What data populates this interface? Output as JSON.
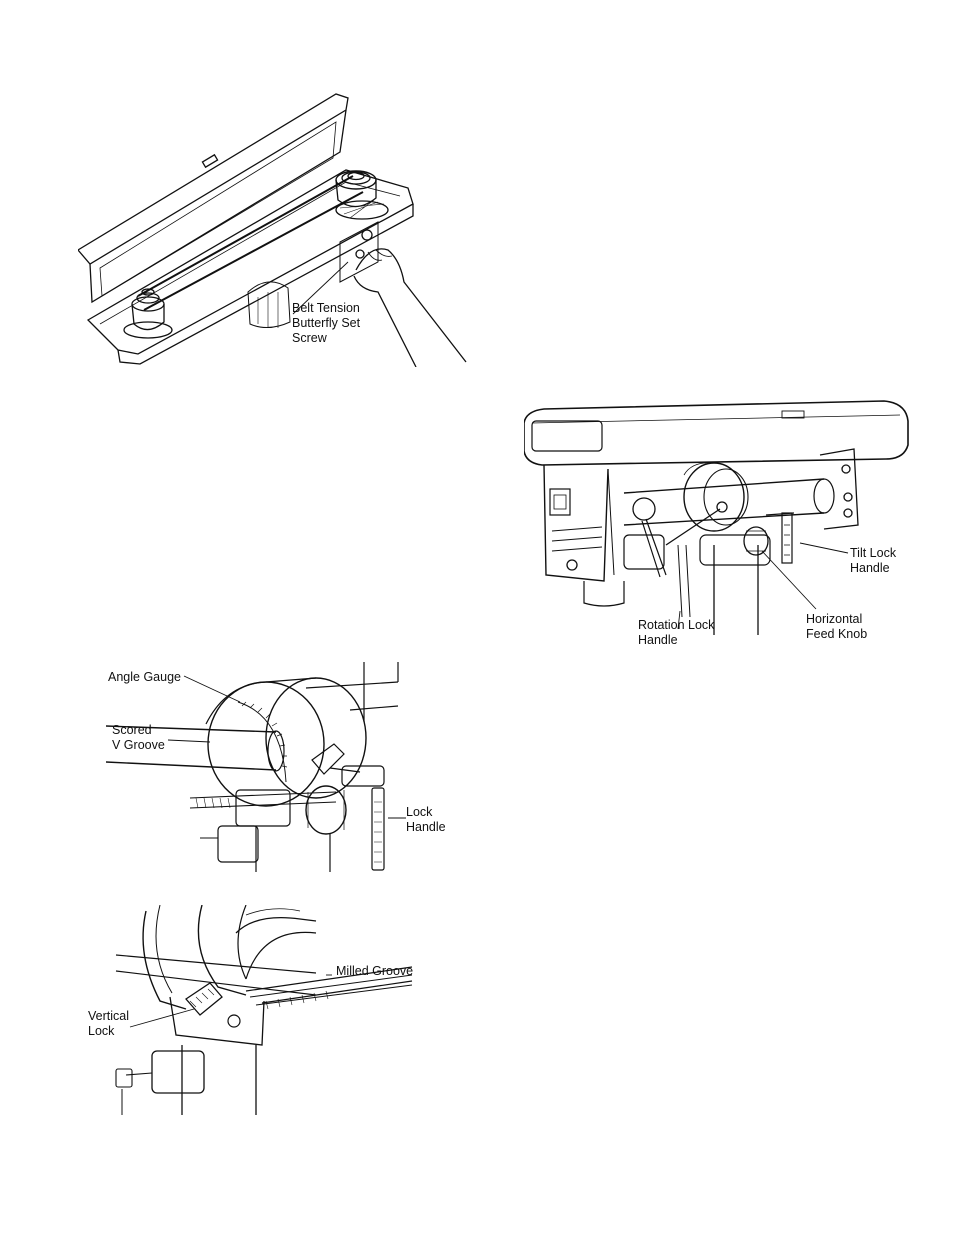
{
  "figures": {
    "belt_tension": {
      "label_lines": [
        "Belt Tension",
        "Butterfly Set",
        "Screw"
      ]
    },
    "head_assembly": {
      "tilt_lock": [
        "Tilt Lock",
        "Handle"
      ],
      "rotation_lock": [
        "Rotation Lock",
        "Handle"
      ],
      "horizontal_feed": [
        "Horizontal",
        "Feed Knob"
      ]
    },
    "angle_gauge": {
      "angle_gauge": "Angle Gauge",
      "scored_groove": [
        "Scored",
        "V Groove"
      ],
      "lock_handle": [
        "Lock",
        "Handle"
      ]
    },
    "vertical_lock": {
      "milled_groove": "Milled Groove",
      "vertical_lock": [
        "Vertical",
        "Lock"
      ]
    }
  }
}
